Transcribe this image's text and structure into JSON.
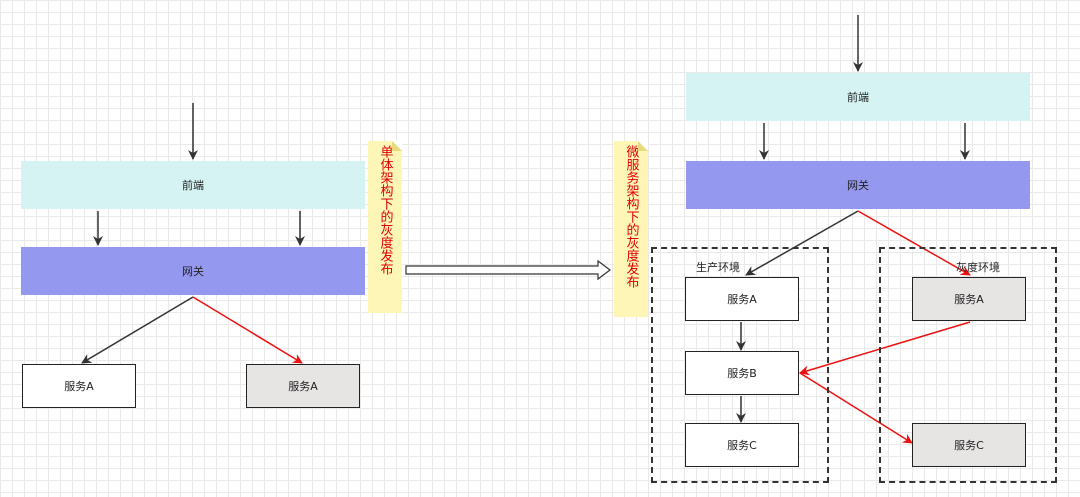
{
  "left": {
    "frontend": "前端",
    "gateway": "网关",
    "service_prod": "服务A",
    "service_gray": "服务A"
  },
  "note_left": "单体架构下的灰度发布",
  "note_right": "微服务架构下的灰度发布",
  "right": {
    "frontend": "前端",
    "gateway": "网关",
    "prod_env": {
      "label": "生产环境",
      "services": [
        "服务A",
        "服务B",
        "服务C"
      ]
    },
    "gray_env": {
      "label": "灰度环境",
      "services": [
        "服务A",
        "服务C"
      ]
    }
  },
  "colors": {
    "frontend": "#d5f3f3",
    "gateway": "#9598ef",
    "gray_service": "#e7e4e4",
    "arrow_default": "#333333",
    "arrow_gray": "#ee1111",
    "note_bg": "#fdf6b7",
    "note_text": "#e00000"
  }
}
